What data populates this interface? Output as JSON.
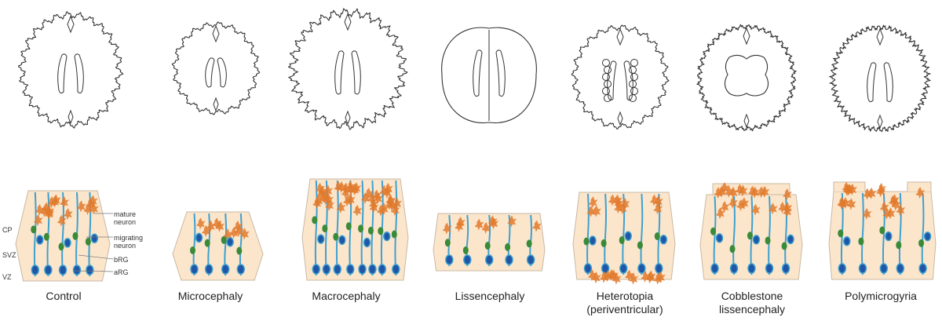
{
  "colors": {
    "tissue": "#fbe6cc",
    "tissue_stroke": "#c9b8a4",
    "radial_glia": "#3fa0cf",
    "rg_soma": "#1f57a6",
    "migrating_neuron": "#3a8a3a",
    "mature_neuron": "#e2792a",
    "outline": "#333333"
  },
  "panels": [
    {
      "id": "control",
      "label_lines": [
        "Control"
      ],
      "brain": "normal",
      "column": "normal"
    },
    {
      "id": "microcephaly",
      "label_lines": [
        "Microcephaly"
      ],
      "brain": "small",
      "column": "thin"
    },
    {
      "id": "macrocephaly",
      "label_lines": [
        "Macrocephaly"
      ],
      "brain": "large",
      "column": "thick"
    },
    {
      "id": "lissencephaly",
      "label_lines": [
        "Lissencephaly"
      ],
      "brain": "smooth",
      "column": "flat"
    },
    {
      "id": "heterotopia",
      "label_lines": [
        "Heterotopia",
        "(periventricular)"
      ],
      "brain": "heterotopia",
      "column": "heterotopia"
    },
    {
      "id": "cobblestone",
      "label_lines": [
        "Cobblestone",
        "lissencephaly"
      ],
      "brain": "cobblestone",
      "column": "cobblestone"
    },
    {
      "id": "polymicrogyria",
      "label_lines": [
        "Polymicrogyria"
      ],
      "brain": "polymicrogyria",
      "column": "polymicrogyria"
    }
  ],
  "layers": {
    "cp": "CP",
    "svz": "SVZ",
    "vz": "VZ"
  },
  "annotations": {
    "mature": [
      "mature",
      "neuron"
    ],
    "migrating": [
      "migrating",
      "neuron"
    ],
    "brg": "bRG",
    "arg": "aRG"
  }
}
